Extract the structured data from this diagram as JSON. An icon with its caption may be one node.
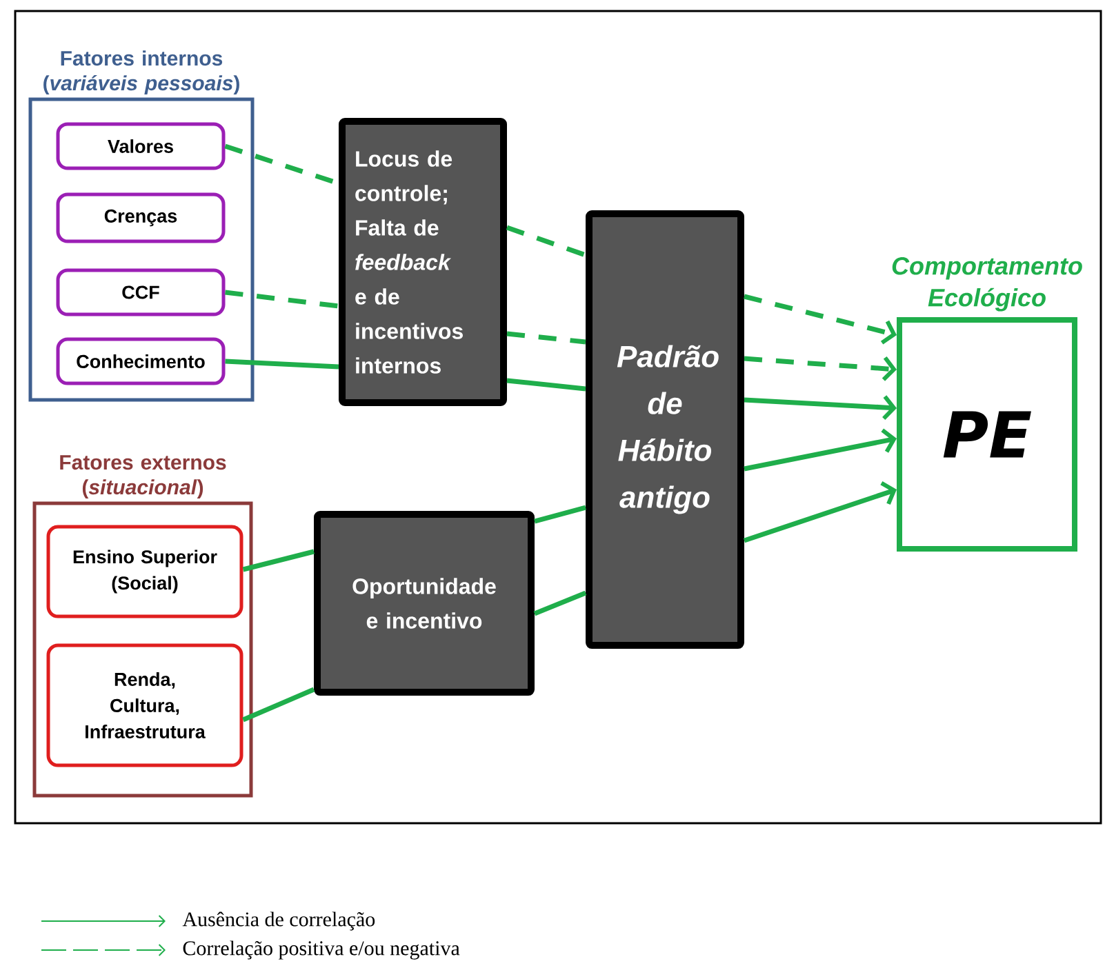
{
  "diagram": {
    "nodes": [
      {
        "text": [
          "Fatores internos (*variáveis pessoais*)"
        ]
      },
      {
        "text": [
          "Valores"
        ],
        "in": 0
      },
      {
        "text": [
          "Crenças"
        ],
        "in": 0
      },
      {
        "text": [
          "CCF"
        ],
        "in": 0
      },
      {
        "text": [
          "Conhecimento"
        ],
        "in": 0
      },
      {
        "text": [
          "Fatores externos (*situacional*)"
        ]
      },
      {
        "text": [
          "Ensino Superior (Social)"
        ],
        "in": 5
      },
      {
        "text": [
          "Renda, Cultura, Infraestrutura"
        ],
        "in": 5
      },
      {
        "text": [
          "Locus de controle; Falta de *feedback* e de incentivos internos"
        ]
      },
      {
        "text": [
          "Padrão de Hábito antigo"
        ]
      },
      {
        "text": [
          "Oportunidade e incentivo"
        ]
      },
      {
        "text": [
          "Comportamento Ecológico",
          "PE"
        ]
      }
    ],
    "edges": [
      {
        "from": 1,
        "to": 8,
        "arrow": "none",
        "style": "dashed"
      },
      {
        "from": 8,
        "to": 9,
        "arrow": "none",
        "style": "dashed"
      },
      {
        "from": 9,
        "to": 11,
        "arrow": "to",
        "style": "dashed"
      },
      {
        "from": 3,
        "to": 8,
        "arrow": "none",
        "style": "dashed"
      },
      {
        "from": 8,
        "to": 9,
        "arrow": "none",
        "style": "dashed"
      },
      {
        "from": 9,
        "to": 11,
        "arrow": "to",
        "style": "dashed"
      },
      {
        "from": 4,
        "to": 8,
        "arrow": "none"
      },
      {
        "from": 8,
        "to": 9,
        "arrow": "none"
      },
      {
        "from": 9,
        "to": 11,
        "arrow": "to"
      },
      {
        "from": 6,
        "to": 10,
        "arrow": "none"
      },
      {
        "from": 10,
        "to": 9,
        "arrow": "none"
      },
      {
        "from": 9,
        "to": 11,
        "arrow": "to"
      },
      {
        "from": 7,
        "to": 10,
        "arrow": "none"
      },
      {
        "from": 10,
        "to": 9,
        "arrow": "none"
      },
      {
        "from": 9,
        "to": 11,
        "arrow": "to"
      }
    ],
    "legend": [
      {
        "text": "Ausência de correlação"
      },
      {
        "text": "Correlação positiva e/ou negativa"
      }
    ]
  }
}
